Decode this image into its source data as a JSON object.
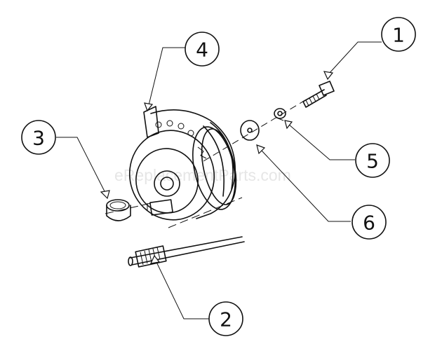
{
  "watermark": "eReplacementParts.com",
  "callouts": [
    {
      "id": "1",
      "label": "1"
    },
    {
      "id": "2",
      "label": "2"
    },
    {
      "id": "3",
      "label": "3"
    },
    {
      "id": "4",
      "label": "4"
    },
    {
      "id": "5",
      "label": "5"
    },
    {
      "id": "6",
      "label": "6"
    }
  ],
  "icons": {
    "bolt": "bolt-icon",
    "shaft": "shaft-icon",
    "bushing": "bushing-icon",
    "clutch": "clutch-assembly-icon",
    "nut": "nut-icon",
    "washer": "washer-icon"
  },
  "colors": {
    "line": "#111111",
    "background": "#ffffff",
    "watermark": "#e6e6e6"
  }
}
